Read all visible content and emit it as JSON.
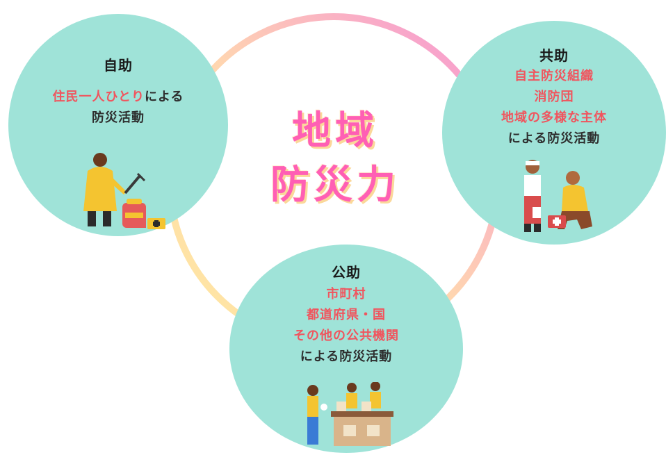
{
  "center": {
    "line1": "地域",
    "line2": "防災力"
  },
  "jijo": {
    "title": "自助",
    "line1_red": "住民一人ひとり",
    "line1_dark": "による",
    "line2": "防災活動",
    "figure_icon": "person-raincoat-with-backpack-and-first-aid-icon"
  },
  "kyojo": {
    "title": "共助",
    "red_lines": [
      "自主防災組織",
      "消防団",
      "地域の多様な主体"
    ],
    "dark_line": "による防災活動",
    "figure_icon": "first-aid-helper-and-injured-person-icon"
  },
  "kojo": {
    "title": "公助",
    "red_lines": [
      "市町村",
      "都道府県・国",
      "その他の公共機関"
    ],
    "dark_line": "による防災活動",
    "figure_icon": "relief-supply-distribution-icon"
  },
  "colors": {
    "circle": "#9fe3d8",
    "accent_red": "#f0555e",
    "center_pink": "#ff5fb4",
    "ring_start": "#ffe08a",
    "ring_end": "#f58fd6"
  }
}
